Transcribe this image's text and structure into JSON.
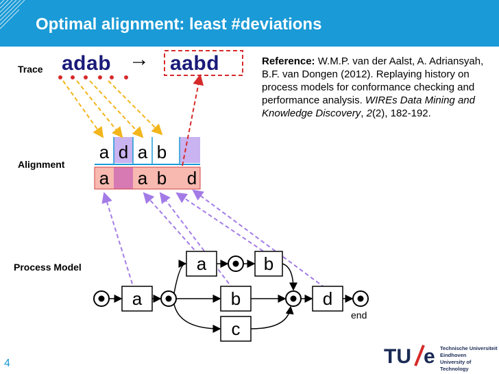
{
  "slide": {
    "title": "Optimal alignment: least #deviations",
    "page_number": "4"
  },
  "trace": {
    "label": "Trace",
    "original": "adab",
    "arrow": "→",
    "repaired": "aabd"
  },
  "reference": {
    "lead": "Reference:",
    "authors": " W.M.P. van der Aalst, A. Adriansyah, B.F. van Dongen (2012). Replaying history on process models for conformance checking and performance analysis. ",
    "journal": "WIREs Data Mining and Knowledge Discovery",
    "volume": "2",
    "issue_pages": "(2), 182-192."
  },
  "alignment": {
    "label": "Alignment",
    "top_row": [
      "a",
      "d",
      "a",
      "b",
      ""
    ],
    "bottom_row": [
      "a",
      "",
      "a",
      "b",
      "d"
    ],
    "colors": {
      "sync": "#f7b9b0",
      "log_move": "#c9b3f0",
      "model_move": "#d77ab3",
      "border": "#d04040",
      "separator": "#1a9ad6"
    }
  },
  "process_model": {
    "label": "Process Model",
    "transitions": {
      "a1": "a",
      "a2": "a",
      "b_top": "b",
      "b_mid": "b",
      "c": "c",
      "d": "d"
    },
    "end_label": "end"
  },
  "logo": {
    "mark": "TU/e",
    "line1": "Technische Universiteit",
    "line2": "Eindhoven",
    "line3": "University of Technology"
  }
}
